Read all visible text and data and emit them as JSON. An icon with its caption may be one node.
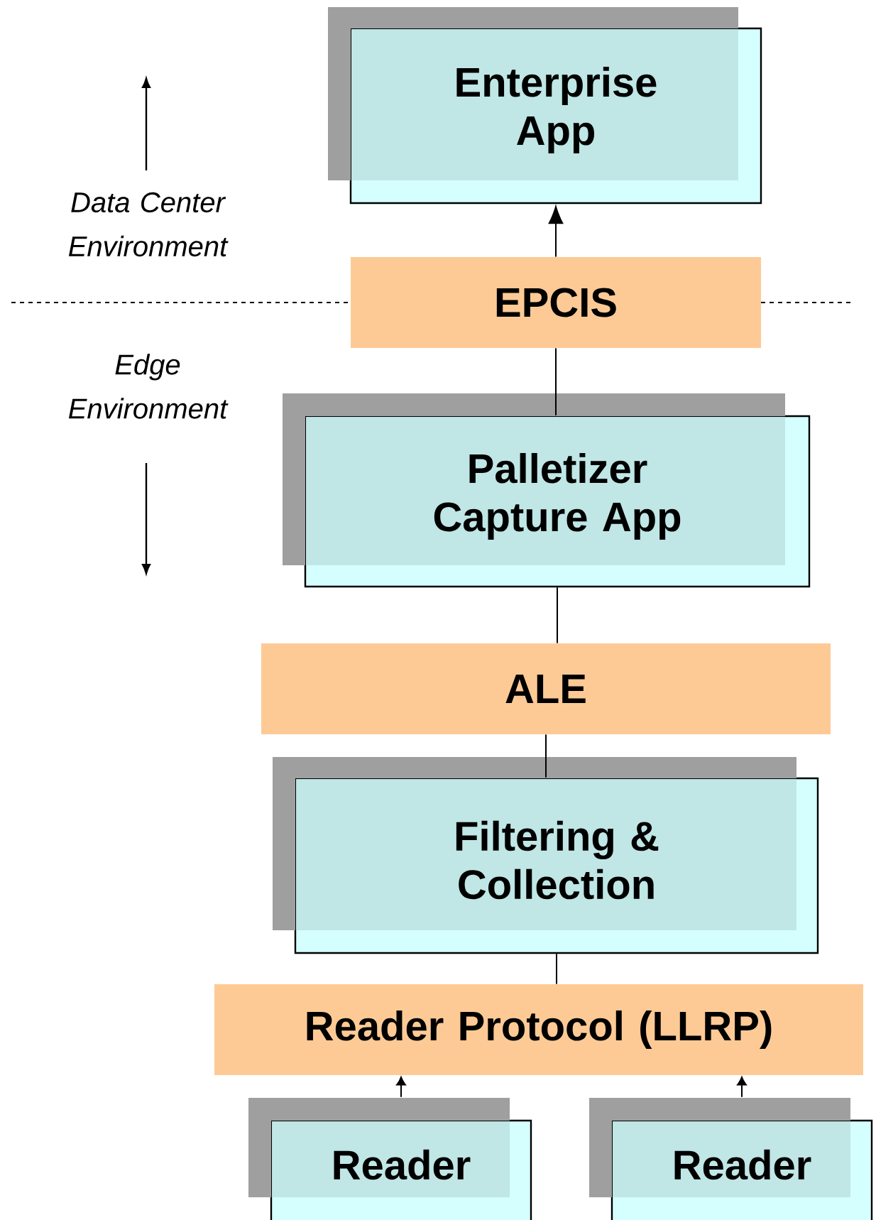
{
  "diagram": {
    "nodes": [
      {
        "text": [
          "Enterprise App"
        ]
      },
      {
        "text": [
          "EPCIS"
        ]
      },
      {
        "text": [
          "Palletizer Capture App"
        ]
      },
      {
        "text": [
          "ALE"
        ]
      },
      {
        "text": [
          "Filtering & Collection"
        ]
      },
      {
        "text": [
          "Reader Protocol (LLRP)"
        ]
      },
      {
        "text": [
          "Reader"
        ]
      },
      {
        "text": [
          "Reader"
        ]
      }
    ],
    "edges": [
      {
        "from": 1,
        "to": 0,
        "arrow": "to"
      },
      {
        "from": 2,
        "to": 1,
        "arrow": "none"
      },
      {
        "from": 3,
        "to": 2,
        "arrow": "none"
      },
      {
        "from": 4,
        "to": 3,
        "arrow": "none"
      },
      {
        "from": 5,
        "to": 4,
        "arrow": "none"
      },
      {
        "from": 6,
        "to": 5,
        "arrow": "to"
      },
      {
        "from": 7,
        "to": 5,
        "arrow": "to"
      }
    ],
    "labels": [
      "Data Center Environment",
      "Edge Environment"
    ]
  }
}
